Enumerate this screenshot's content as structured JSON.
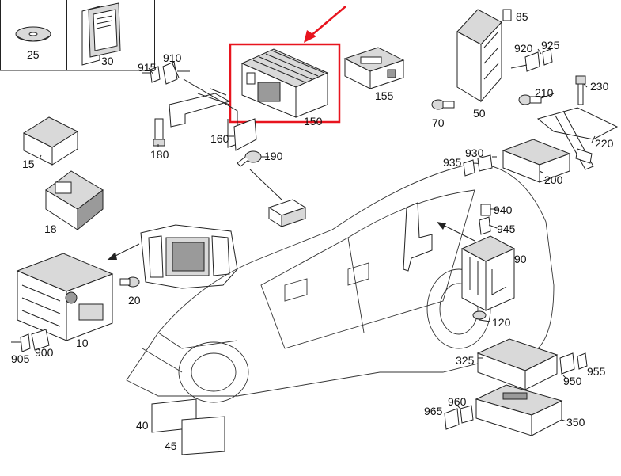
{
  "diagram": {
    "labels": [
      {
        "id": "25",
        "text": "25"
      },
      {
        "id": "30",
        "text": "30"
      },
      {
        "id": "915",
        "text": "915"
      },
      {
        "id": "910",
        "text": "910"
      },
      {
        "id": "155",
        "text": "155"
      },
      {
        "id": "150",
        "text": "150"
      },
      {
        "id": "160",
        "text": "160"
      },
      {
        "id": "180",
        "text": "180"
      },
      {
        "id": "190",
        "text": "190"
      },
      {
        "id": "15",
        "text": "15"
      },
      {
        "id": "18",
        "text": "18"
      },
      {
        "id": "20",
        "text": "20"
      },
      {
        "id": "10",
        "text": "10"
      },
      {
        "id": "905",
        "text": "905"
      },
      {
        "id": "900",
        "text": "900"
      },
      {
        "id": "40",
        "text": "40"
      },
      {
        "id": "45",
        "text": "45"
      },
      {
        "id": "85",
        "text": "85"
      },
      {
        "id": "920",
        "text": "920"
      },
      {
        "id": "925",
        "text": "925"
      },
      {
        "id": "50",
        "text": "50"
      },
      {
        "id": "70",
        "text": "70"
      },
      {
        "id": "210",
        "text": "210"
      },
      {
        "id": "230",
        "text": "230"
      },
      {
        "id": "220",
        "text": "220"
      },
      {
        "id": "930",
        "text": "930"
      },
      {
        "id": "935",
        "text": "935"
      },
      {
        "id": "200",
        "text": "200"
      },
      {
        "id": "940",
        "text": "940"
      },
      {
        "id": "945",
        "text": "945"
      },
      {
        "id": "90",
        "text": "90"
      },
      {
        "id": "120",
        "text": "120"
      },
      {
        "id": "325",
        "text": "325"
      },
      {
        "id": "950",
        "text": "950"
      },
      {
        "id": "955",
        "text": "955"
      },
      {
        "id": "960",
        "text": "960"
      },
      {
        "id": "965",
        "text": "965"
      },
      {
        "id": "350",
        "text": "350"
      }
    ],
    "highlight": {
      "part": "150",
      "color": "#e8141e"
    },
    "arrow_color": "#e8141e"
  }
}
